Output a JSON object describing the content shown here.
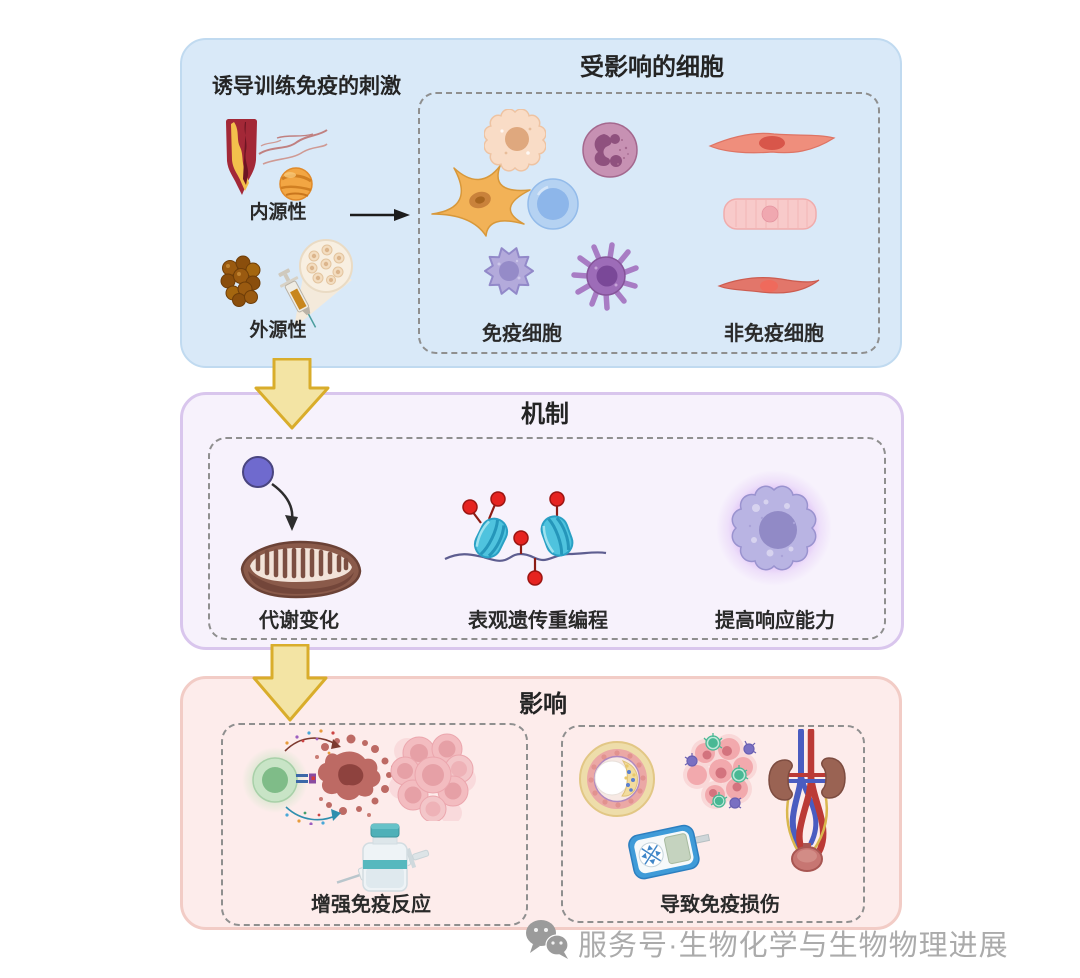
{
  "stimuli_panel": {
    "title": "诱导训练免疫的刺激",
    "endogenous": "内源性",
    "exogenous": "外源性"
  },
  "cells_panel": {
    "title": "受影响的细胞",
    "immune": "免疫细胞",
    "non_immune": "非免疫细胞"
  },
  "mechanism_panel": {
    "title": "机制",
    "items": [
      {
        "label": "代谢变化"
      },
      {
        "label": "表观遗传重编程"
      },
      {
        "label": "提高响应能力"
      }
    ]
  },
  "effects_panel": {
    "title": "影响",
    "enhanced": "增强免疫反应",
    "damage": "导致免疫损伤"
  },
  "watermark": {
    "text": "服务号·生物化学与生物物理进展"
  },
  "icons": {
    "stimuli": [
      "blood-vessel",
      "fibrils",
      "ldl-particle",
      "bacteria-cluster",
      "syringe-vaccine"
    ],
    "immune_cells": [
      "macrophage",
      "neutrophil",
      "dendritic-cell",
      "lymphocyte",
      "monocyte",
      "dendritic-cell-dark"
    ],
    "non_immune_cells": [
      "fibroblast",
      "muscle-cell",
      "spindle-cell"
    ],
    "mechanism": [
      "metabolite-mitochondrion",
      "epigenetics-histones",
      "glowing-cell"
    ],
    "effects": [
      "immune-attack",
      "tumor-spheroid",
      "vaccine-vial",
      "atherosclerosis",
      "tumor-immune-infiltrate",
      "urinary-system",
      "glucose-meter"
    ],
    "misc": [
      "down-block-arrow",
      "right-arrow",
      "wechat-logo"
    ]
  },
  "colors": {
    "stimuli_bg": "#d9e9f8",
    "stimuli_border": "#c0daf0",
    "mechanism_bg": "#f7f2fc",
    "mechanism_border": "#d9c6ed",
    "effects_bg": "#fdeceb",
    "effects_border": "#f2ccc6",
    "arrow_fill": "#f3e4a4",
    "arrow_stroke": "#d9ad2b",
    "watermark_gray": "#ababab"
  }
}
